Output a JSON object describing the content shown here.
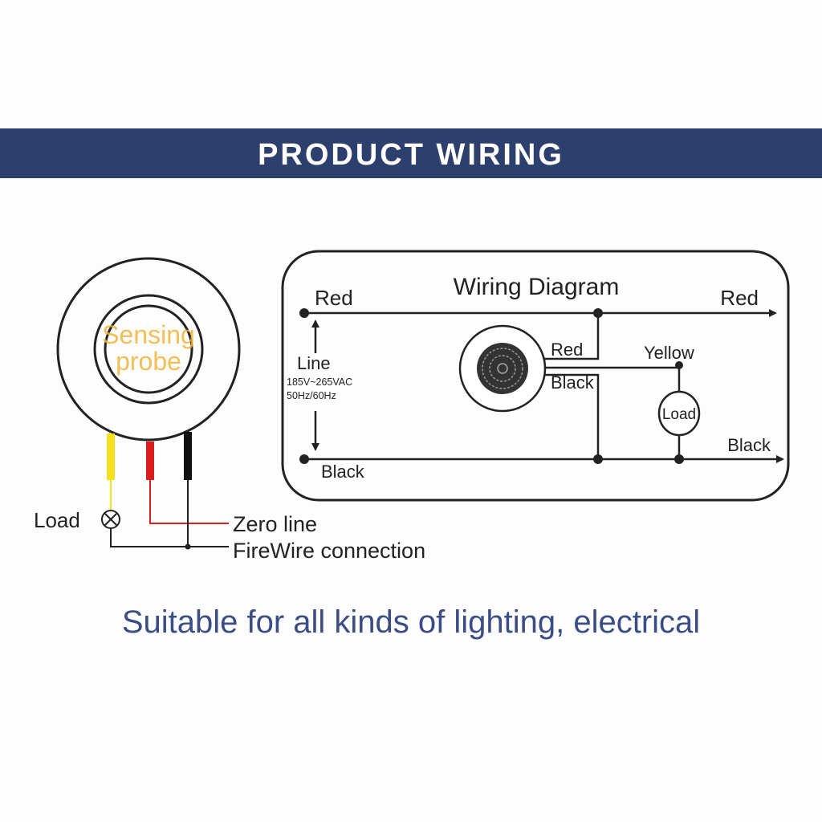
{
  "banner": {
    "title": "PRODUCT  WIRING",
    "color": "#2d3f6c"
  },
  "sensor": {
    "line1": "Sensing",
    "line2": "probe",
    "label_color": "#f3b43a"
  },
  "left_wiring": {
    "load": "Load",
    "zero_line": "Zero line",
    "firewire": "FireWire connection",
    "wire_colors": {
      "yellow": "#f2e01a",
      "red": "#d81e1e",
      "black": "#111111"
    }
  },
  "diagram": {
    "title": "Wiring Diagram",
    "top_left": "Red",
    "top_right": "Red",
    "line_label": "Line",
    "voltage": "185V~265VAC",
    "frequency": "50Hz/60Hz",
    "sensor_red": "Red",
    "sensor_black": "Black",
    "yellow": "Yellow",
    "load": "Load",
    "bottom_right": "Black",
    "bottom_left": "Black"
  },
  "tagline": {
    "text": "Suitable for all kinds of lighting, electrical",
    "color": "#3a4d85"
  }
}
